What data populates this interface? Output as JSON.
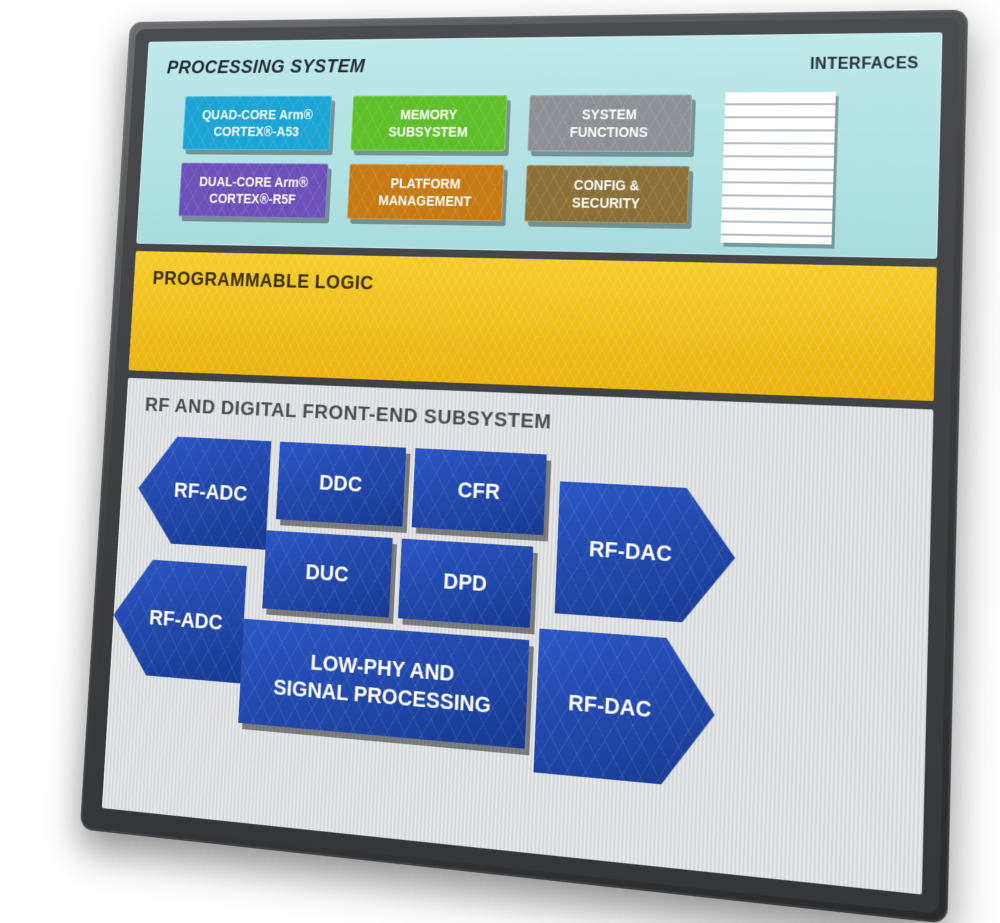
{
  "processing_system": {
    "title": "PROCESSING SYSTEM",
    "interfaces_title": "INTERFACES",
    "blocks": {
      "quad_core": [
        "QUAD-CORE Arm®",
        "CORTEX®-A53"
      ],
      "memory": [
        "MEMORY",
        "SUBSYSTEM"
      ],
      "system_functions": [
        "SYSTEM",
        "FUNCTIONS"
      ],
      "dual_core": [
        "DUAL-CORE Arm®",
        "CORTEX®-R5F"
      ],
      "platform": [
        "PLATFORM",
        "MANAGEMENT"
      ],
      "config": [
        "CONFIG &",
        "SECURITY"
      ]
    }
  },
  "programmable_logic": {
    "title": "PROGRAMMABLE LOGIC"
  },
  "rf_subsystem": {
    "title": "RF AND DIGITAL FRONT-END SUBSYSTEM",
    "blocks": {
      "rf_adc_1": "RF-ADC",
      "rf_adc_2": "RF-ADC",
      "ddc": "DDC",
      "cfr": "CFR",
      "duc": "DUC",
      "dpd": "DPD",
      "low_phy": [
        "LOW-PHY AND",
        "SIGNAL PROCESSING"
      ],
      "rf_dac_1": "RF-DAC",
      "rf_dac_2": "RF-DAC"
    }
  },
  "colors": {
    "processing_bg": "#a9dcde",
    "quad_core": "#1ba4d4",
    "memory": "#5fbf2a",
    "system_functions": "#8d9094",
    "dual_core": "#6b50b8",
    "platform": "#c67a13",
    "config": "#8a7038",
    "programmable_logic": "#f2c218",
    "rf_block": "#2146a8",
    "bezel": "#3f4144"
  }
}
